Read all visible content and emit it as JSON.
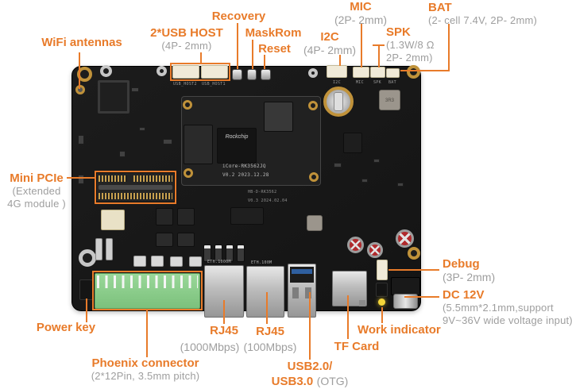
{
  "colors": {
    "accent_orange": "#e87b2a",
    "caption_gray": "#9e9e9e",
    "pcb_black": "#181818",
    "phoenix_green": "#8fd18f",
    "port_silver": "#bcbcbc",
    "usb3_blue": "#2f5f9f",
    "led_yellow": "#f4d53a",
    "capacitor_red": "#b02a2c",
    "gold": "#c0923a"
  },
  "board": {
    "soc_brand": "Rockchip",
    "module_silk_line1": "iCore-RK3562JQ",
    "module_silk_line2": "V0.2 2023.12.28",
    "pcb_silk_line1": "HB-D-RK3562",
    "pcb_silk_line2": "V0.3  2024.02.04",
    "silk_usb_host2": "USB_HOST2",
    "silk_usb_host1": "USB_HOST1",
    "silk_i2c": "I2C",
    "silk_mic": "MIC",
    "silk_spk": "SPK",
    "silk_bat": "BAT",
    "silk_eth_1000": "ETH.1000M",
    "silk_eth_100": "ETH.100M",
    "silk_inductor": "3R3"
  },
  "labels": {
    "wifi": {
      "title": "WiFi antennas"
    },
    "usb_host": {
      "title": "2*USB HOST",
      "caption": "(4P- 2mm)"
    },
    "recovery": {
      "title": "Recovery"
    },
    "maskrom": {
      "title": "MaskRom"
    },
    "reset": {
      "title": "Reset"
    },
    "i2c": {
      "title": "I2C",
      "caption": "(4P- 2mm)"
    },
    "mic": {
      "title": "MIC",
      "caption": "(2P- 2mm)"
    },
    "spk": {
      "title": "SPK",
      "caption_line1": "(1.3W/8 Ω",
      "caption_line2": "2P- 2mm)"
    },
    "bat": {
      "title": "BAT",
      "caption": "(2- cell 7.4V,  2P- 2mm)"
    },
    "mini_pcie": {
      "title": "Mini PCIe",
      "caption_line1": "(Extended",
      "caption_line2": "4G module )"
    },
    "power_key": {
      "title": "Power key"
    },
    "phoenix": {
      "title": "Phoenix connector",
      "caption": "(2*12Pin, 3.5mm pitch)"
    },
    "rj45_1000": {
      "title": "RJ45",
      "caption": "(1000Mbps)"
    },
    "rj45_100": {
      "title": "RJ45",
      "caption": "(100Mbps)"
    },
    "usb_otg": {
      "title_line1": "USB2.0/",
      "title_line2": "USB3.0",
      "caption": "(OTG)"
    },
    "tf_card": {
      "title": "TF Card"
    },
    "work_indicator": {
      "title": "Work indicator"
    },
    "debug": {
      "title": "Debug",
      "caption": "(3P- 2mm)"
    },
    "dc12v": {
      "title": "DC 12V",
      "caption_line1": "(5.5mm*2.1mm,support",
      "caption_line2": "9V~36V wide voltage input)"
    }
  }
}
